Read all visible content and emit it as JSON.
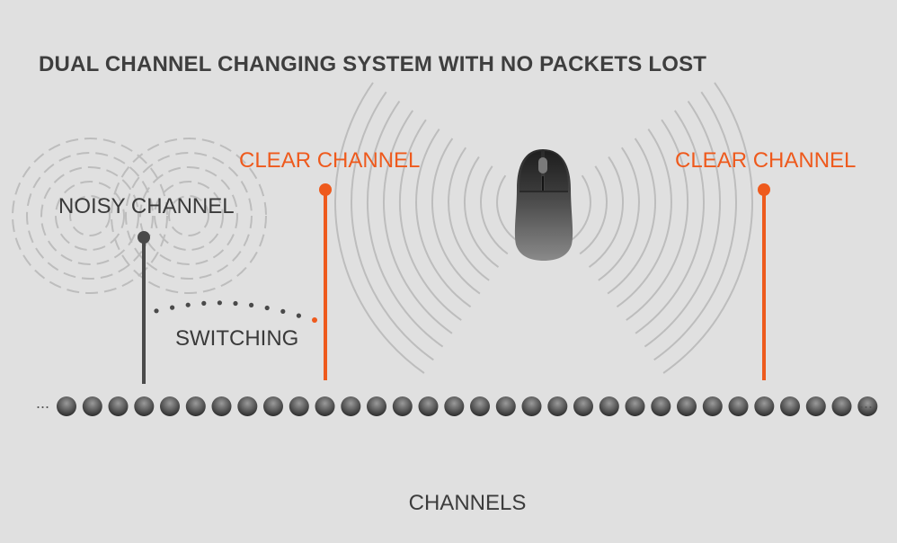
{
  "title": "DUAL CHANNEL CHANGING SYSTEM WITH NO PACKETS LOST",
  "labels": {
    "noisy": "NOISY CHANNEL",
    "clear_left": "CLEAR CHANNEL",
    "clear_right": "CLEAR CHANNEL",
    "switching": "SWITCHING",
    "axis": "CHANNELS",
    "ellipsis_left": "...",
    "ellipsis_right": "..."
  },
  "channels": {
    "count": 32,
    "noisy_index": 3,
    "clear_indices": [
      10,
      27
    ]
  },
  "colors": {
    "background": "#e0e0e0",
    "accent": "#ee5a1d",
    "dark": "#4a4a4a",
    "wave": "#b8b8b8"
  },
  "icons": {
    "device": "mouse-icon"
  }
}
